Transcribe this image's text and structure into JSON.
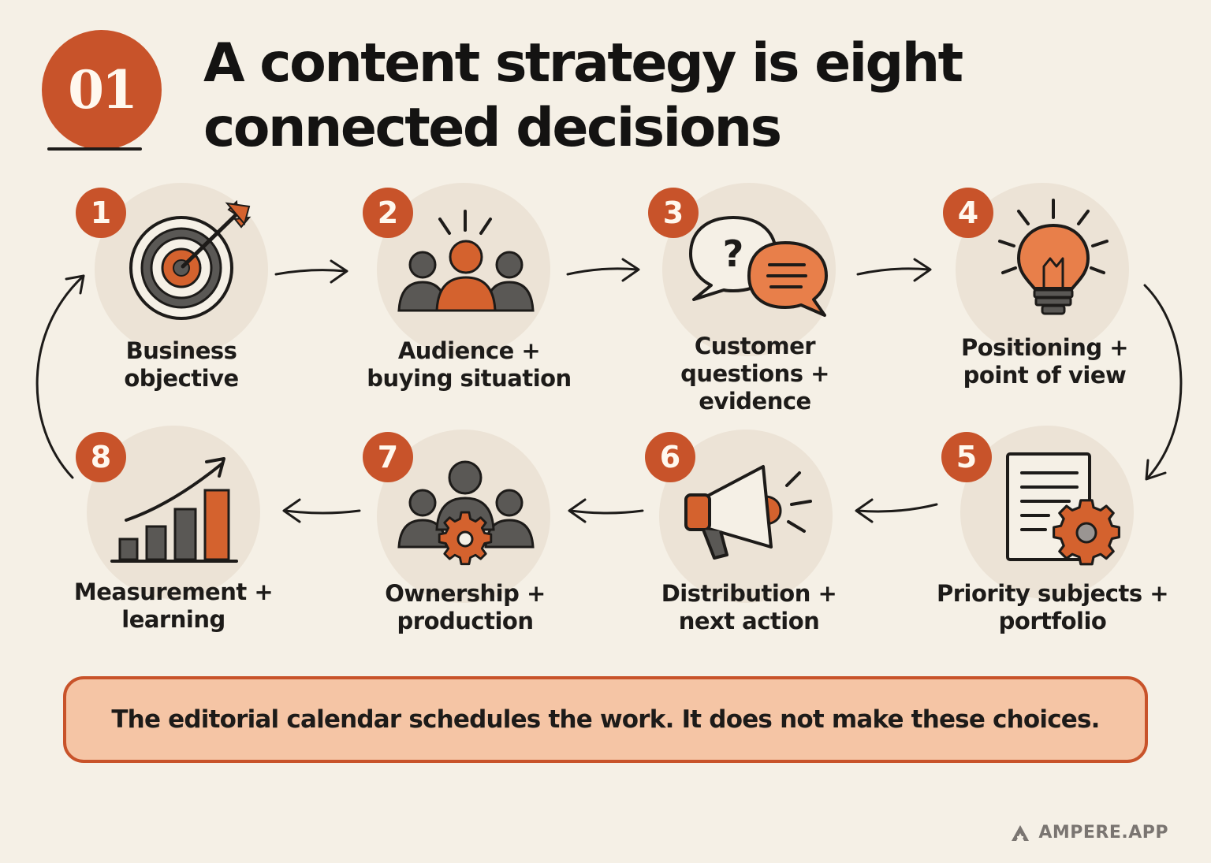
{
  "header": {
    "badge": "01",
    "title_line1": "A content strategy is eight",
    "title_line2": "connected decisions"
  },
  "steps": [
    {
      "number": "1",
      "label_line1": "Business",
      "label_line2": "objective",
      "label_line3": "",
      "icon": "target-arrow-icon"
    },
    {
      "number": "2",
      "label_line1": "Audience +",
      "label_line2": "buying situation",
      "label_line3": "",
      "icon": "audience-group-icon"
    },
    {
      "number": "3",
      "label_line1": "Customer",
      "label_line2": "questions +",
      "label_line3": "evidence",
      "icon": "speech-bubbles-icon"
    },
    {
      "number": "4",
      "label_line1": "Positioning +",
      "label_line2": "point of view",
      "label_line3": "",
      "icon": "lightbulb-icon"
    },
    {
      "number": "5",
      "label_line1": "Priority subjects +",
      "label_line2": "portfolio",
      "label_line3": "",
      "icon": "document-gear-icon"
    },
    {
      "number": "6",
      "label_line1": "Distribution +",
      "label_line2": "next action",
      "label_line3": "",
      "icon": "megaphone-icon"
    },
    {
      "number": "7",
      "label_line1": "Ownership +",
      "label_line2": "production",
      "label_line3": "",
      "icon": "team-gear-icon"
    },
    {
      "number": "8",
      "label_line1": "Measurement +",
      "label_line2": "learning",
      "label_line3": "",
      "icon": "growth-chart-icon"
    }
  ],
  "banner": {
    "text": "The editorial calendar schedules the work. It does not make these choices."
  },
  "brand": {
    "name": "AMPERE.APP",
    "icon": "ampere-logo-icon"
  },
  "colors": {
    "accent": "#c8532a",
    "icon_orange": "#d4622e",
    "icon_gray": "#5a5855",
    "background": "#f5f0e6",
    "circle": "#ece3d6",
    "banner_fill": "#f5c5a5"
  }
}
